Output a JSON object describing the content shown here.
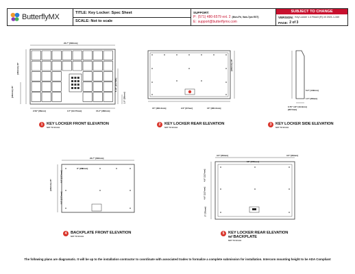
{
  "brand": {
    "name": "ButterflyMX",
    "colors": {
      "accent": "#c8102e",
      "orange": "#f29a2e",
      "blue": "#2b7fd6",
      "purple": "#8a3ab9",
      "green": "#47b35a"
    }
  },
  "header": {
    "title_label": "TITLE:",
    "title_value": "Key Locker: Spec Sheet",
    "scale_label": "SCALE:",
    "scale_value": "Not to scale",
    "support_label": "SUPPORT:",
    "phone_prefix": "P:",
    "phone": "(571) 480-6579 ext. 2",
    "hours": "(Mon-Fri, 9am-7pm EST)",
    "email_prefix": "E:",
    "email": "support@butterflymx.com",
    "subject_banner": "SUBJECT TO CHANGE",
    "version_label": "VERSION:",
    "version_value": "Key Locker 1.4 Rear3 (R) v0 2021-1-340",
    "page_label": "PAGE:",
    "page_value": "2 of 3"
  },
  "views": [
    {
      "number": "1",
      "title": "KEY LOCKER FRONT ELEVATION",
      "subtitle": "NOT TO SCALE"
    },
    {
      "number": "2",
      "title": "KEY LOCKER REAR ELEVATION",
      "subtitle": "NOT TO SCALE"
    },
    {
      "number": "3",
      "title": "KEY LOCKER SIDE ELEVATION",
      "subtitle": "NOT TO SCALE"
    },
    {
      "number": "4",
      "title": "BACKPLATE FRONT ELEVATION",
      "subtitle": "NOT TO SCALE"
    },
    {
      "number": "5",
      "title_line1": "KEY LOCKER REAR ELEVATION",
      "title_line2": "w/ BACKPLATE",
      "subtitle": "NOT TO SCALE"
    }
  ],
  "dims": {
    "front_width": "23.7\" [602mm]",
    "front_height": "[381mm] 15\"",
    "front_left": "[381mm] 15\"",
    "front_bottom1": "2.59\" [66mm]",
    "front_bottom2": "3.7\" [93.75mm]",
    "front_bottom3": "15.2\" [382mm]",
    "front_mid": "6.19\" [157mm]",
    "front_right": "1.5\" [38mm]",
    "rear_right": "[381mm] 15\"",
    "rear_bottom1": "15\" [381.6mm]",
    "rear_bottom2": "2.6\" [67mm]",
    "rear_bottom3": "15\" [381.6mm]",
    "side_top": "5.2\" [132mm]",
    "side_mid": "1.5\" [38mm]",
    "side_bottom": "0.75\" 3.8\" [19.0mm] [96.5mm]",
    "bp_width": "23.7\" [602mm]",
    "bp_inner": "9\" [229mm]",
    "bp_left": "[381mm] 15\"",
    "bp_h1": "4.6\" [117mm]",
    "bp_h2": "4.6\" [117mm]",
    "kr_top_left": "3.5\" [89mm]",
    "kr_top_mid": "16\" [406mm]",
    "kr_top_right": "3.5\" [89mm]",
    "kr_left1": "4.6\" [117mm]",
    "kr_left2": "4.6\" [117mm]",
    "kr_left3": "3\" [76mm]"
  },
  "footer": "The following plans are diagramatic. It will be up to the installation contractor to coordinate with associated trades to formalize a complete submission for installation. Intercom mounting height to be ADA Compliant"
}
